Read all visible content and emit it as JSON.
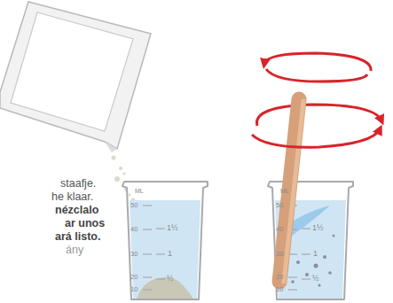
{
  "diagram": {
    "labels": [
      "staafje.",
      "he klaar.",
      "nézclalo",
      "ar unos",
      "ará listo.",
      "ány",
      "ML",
      "50",
      "40",
      "30",
      "20",
      "10",
      "1½",
      "1",
      "½",
      "ML",
      "50",
      "40",
      "30",
      "20",
      "10",
      "1½",
      "1",
      "½"
    ]
  }
}
